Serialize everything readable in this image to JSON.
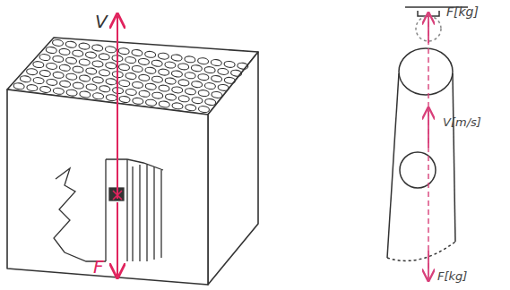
{
  "diagram": {
    "labels": [
      "V",
      "F",
      "F[kg]",
      "V[m/s]",
      "F[kg]"
    ]
  }
}
